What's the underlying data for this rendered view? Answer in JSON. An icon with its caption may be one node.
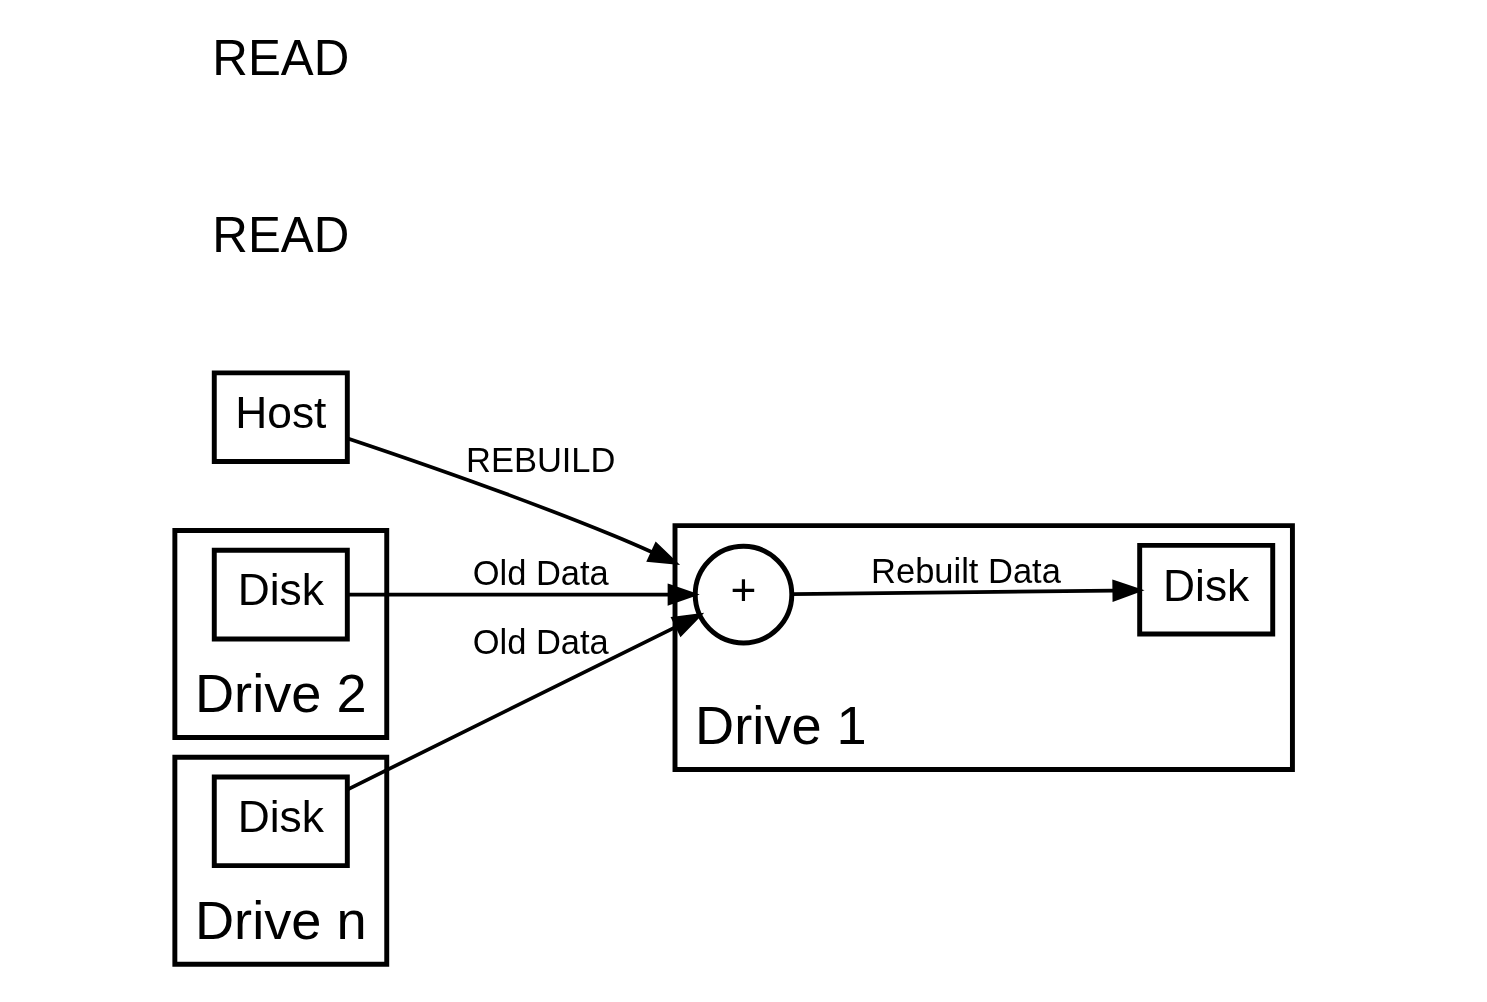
{
  "diagram": {
    "nodes": [
      {
        "text": [
          "Host"
        ]
      },
      {
        "text": [
          "Drive 1"
        ]
      },
      {
        "text": [
          "+"
        ],
        "in": 1
      },
      {
        "text": [
          "Disk"
        ],
        "in": 1
      },
      {
        "text": [
          "Drive 2"
        ]
      },
      {
        "text": [
          "Disk"
        ],
        "in": 4
      },
      {
        "text": [
          "Drive n"
        ]
      },
      {
        "text": [
          "Disk"
        ],
        "in": 6
      }
    ],
    "edges": [
      {
        "from": 0,
        "to": 1,
        "arrow": "to",
        "label": "REBUILD"
      },
      {
        "from": 5,
        "to": 2,
        "arrow": "to",
        "label": "Old Data"
      },
      {
        "from": 7,
        "to": 2,
        "arrow": "to",
        "label": "Old Data"
      },
      {
        "from": 2,
        "to": 3,
        "arrow": "to",
        "label": "Rebuilt Data"
      }
    ],
    "labels": [
      "READ",
      "READ"
    ]
  }
}
